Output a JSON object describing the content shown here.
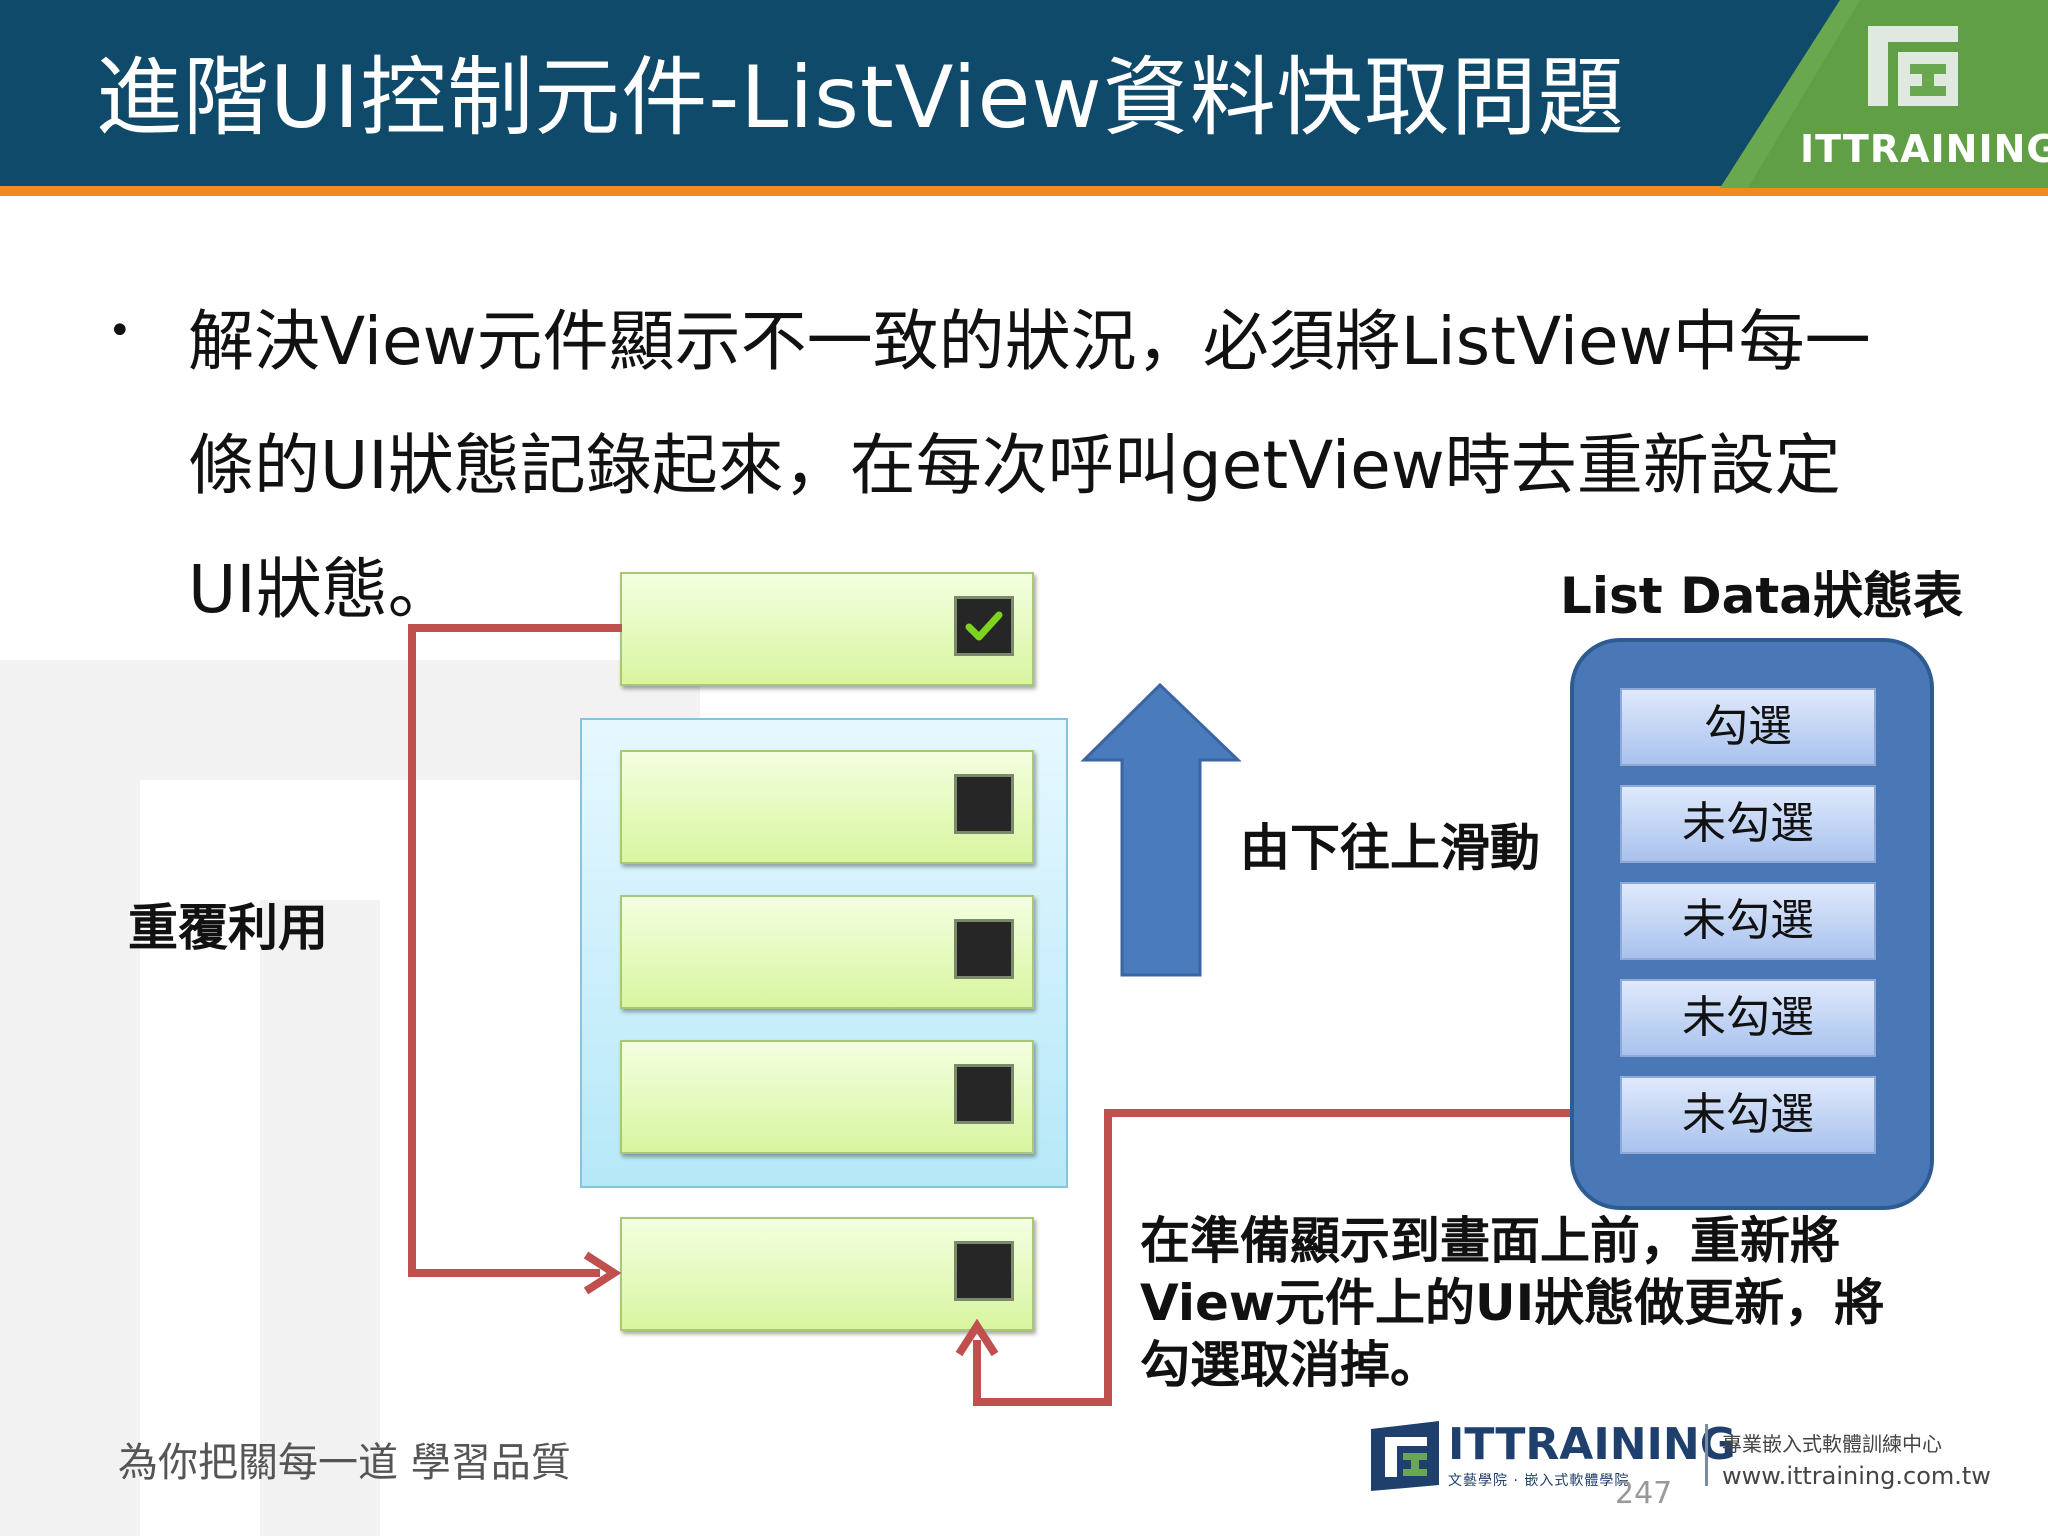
{
  "header": {
    "title": "進階UI控制元件-ListView資料快取問題",
    "logo_text": "ITTRAINING",
    "colors": {
      "background": "#0f4a6b",
      "accent": "#f08a24",
      "logo_tab": "#6aa84f"
    }
  },
  "body": {
    "bullet": "•",
    "paragraph_lines": [
      "解決View元件顯示不一致的狀況，必須將ListView中每一",
      "條的UI狀態記錄起來，在每次呼叫getView時去重新設定",
      "UI狀態。"
    ]
  },
  "diagram": {
    "reuse_label": "重覆利用",
    "scroll_label": "由下往上滑動",
    "table_title": "List Data狀態表",
    "table_rows": [
      "勾選",
      "未勾選",
      "未勾選",
      "未勾選",
      "未勾選"
    ],
    "list_rows": [
      {
        "checked": true
      },
      {
        "checked": false
      },
      {
        "checked": false
      },
      {
        "checked": false
      },
      {
        "checked": false
      }
    ],
    "note_lines": [
      "在準備顯示到畫面上前，重新將",
      "View元件上的UI狀態做更新，將",
      "勾選取消掉。"
    ],
    "colors": {
      "row_fill": "#d8f5a0",
      "frame_fill": "#b6e8f8",
      "arrow_blue": "#4a7bbd",
      "connector_red": "#c0504d",
      "table_panel": "#4a78b6"
    }
  },
  "footer": {
    "slogan": "為你把關每一道 學習品質",
    "brand": "ITTRAINING",
    "brand_sub": "文藝學院 · 嵌入式軟體學院",
    "cn_name": "專業嵌入式軟體訓練中心",
    "url": "www.ittraining.com.tw",
    "page_number": "247"
  }
}
